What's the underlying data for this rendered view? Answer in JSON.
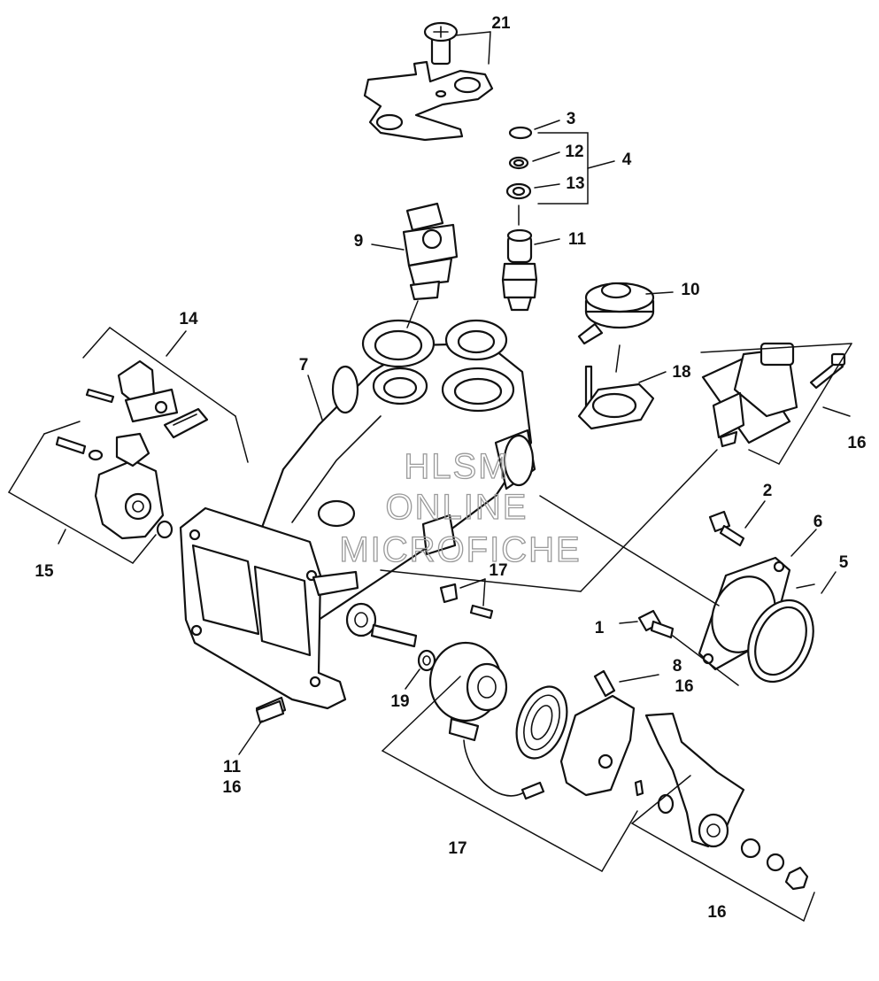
{
  "callouts": {
    "c21": "21",
    "c3": "3",
    "c12": "12",
    "c4": "4",
    "c13": "13",
    "c9": "9",
    "c11_top": "11",
    "c10": "10",
    "c14": "14",
    "c7": "7",
    "c18": "18",
    "c16_right": "16",
    "c15": "15",
    "c2": "2",
    "c6": "6",
    "c17_mid": "17",
    "c5": "5",
    "c1": "1",
    "c8": "8",
    "c16_mid": "16",
    "c19": "19",
    "c11_bottom": "11",
    "c16_bottom_left": "16",
    "c17_bottom": "17",
    "c16_bottom": "16"
  },
  "watermark": {
    "line1": "HLSM",
    "line2": "ONLINE",
    "line3": "MICROFICHE"
  }
}
